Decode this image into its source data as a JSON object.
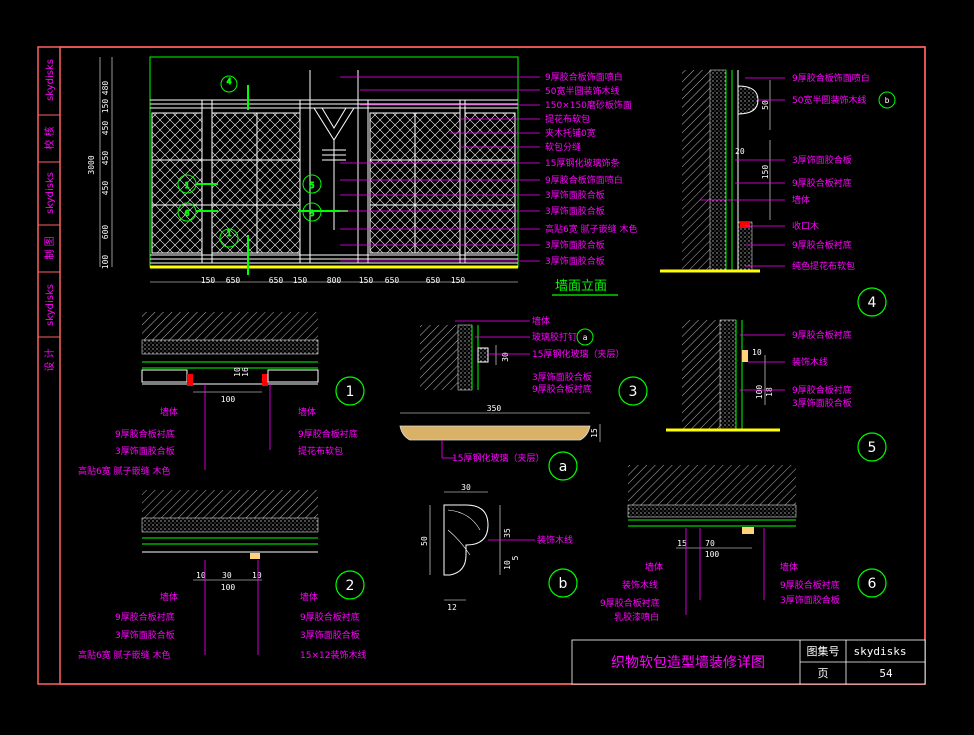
{
  "sidebar": [
    "skydisks",
    "校 核",
    "skydisks",
    "制 图",
    "skydisks",
    "设 计"
  ],
  "title_block": {
    "title": "织物软包造型墙装修详图",
    "atlas_label": "图集号",
    "atlas_value": "skydisks",
    "page_label": "页",
    "page_value": "54"
  },
  "elevation": {
    "title": "墙面立面",
    "callouts": [
      "9厚胶合板饰面喷白",
      "50宽半圆装饰木线",
      "150×150磨砂板饰面",
      "提花布软包",
      "夹木托铺0宽",
      "软包分缝",
      "15厚钢化玻璃饰条",
      "9厚胶合板饰面喷白",
      "3厚饰面胶合板",
      "3厚饰面胶合板",
      "高贴6宽 腻子嵌缝 木色",
      "3厚饰面胶合板",
      "3厚饰面胶合板"
    ],
    "dims_bottom": [
      "150",
      "650",
      "650",
      "150",
      "800",
      "150",
      "650",
      "650",
      "150"
    ],
    "dims_left": [
      "480",
      "150",
      "450",
      "450",
      "450",
      "600",
      "100"
    ],
    "total_height": "3000",
    "markers": [
      "4",
      "1",
      "5",
      "6",
      "3",
      "1"
    ]
  },
  "detail4": {
    "num": "4",
    "callouts": [
      "9厚胶合板饰面喷白",
      "50宽半圆装饰木线",
      "3厚饰面胶合板",
      "9厚胶合板衬底",
      "墙体",
      "收口木",
      "9厚胶合板衬底",
      "纯色提花布软包"
    ],
    "dims": [
      "50",
      "150",
      "20"
    ],
    "marker": "b"
  },
  "detail1": {
    "num": "1",
    "left_callouts": [
      "墙体",
      "9厚胶合板衬底",
      "3厚饰面胶合板",
      "高贴6宽 腻子嵌缝 木色"
    ],
    "right_callouts": [
      "墙体",
      "9厚胶合板衬底",
      "提花布软包"
    ],
    "dims": [
      "100",
      "10",
      "16"
    ]
  },
  "detail3": {
    "num": "3",
    "callouts": [
      "墙体",
      "玻璃胶打钉",
      "15厚钢化玻璃（夹层）",
      "3厚饰面胶合板",
      "9厚胶合板衬底"
    ],
    "dims": [
      "30"
    ],
    "marker": "a"
  },
  "detail5": {
    "num": "5",
    "callouts": [
      "9厚胶合板衬底",
      "装饰木线",
      "9厚胶合板衬底",
      "3厚饰面胶合板"
    ],
    "dims": [
      "10",
      "100",
      "18"
    ]
  },
  "detail_a": {
    "num": "a",
    "callouts": [
      "15厚钢化玻璃（夹层）"
    ],
    "dims": [
      "350",
      "15"
    ]
  },
  "detail2": {
    "num": "2",
    "left_callouts": [
      "墙体",
      "9厚胶合板衬底",
      "3厚饰面胶合板",
      "高贴6宽 腻子嵌缝 木色"
    ],
    "right_callouts": [
      "墙体",
      "9厚胶合板衬底",
      "3厚饰面胶合板",
      "15×12装饰木线"
    ],
    "dims": [
      "10",
      "30",
      "100",
      "10"
    ]
  },
  "detail_b": {
    "num": "b",
    "callouts": [
      "装饰木线"
    ],
    "dims": [
      "30",
      "50",
      "35",
      "10",
      "5",
      "12"
    ]
  },
  "detail6": {
    "num": "6",
    "left_callouts": [
      "墙体",
      "装饰木线",
      "9厚胶合板衬底",
      "乳胶漆喷白"
    ],
    "right_callouts": [
      "墙体",
      "9厚胶合板衬底",
      "3厚饰面胶合板"
    ],
    "dims": [
      "15",
      "70",
      "100"
    ]
  },
  "colors": {
    "background": "#000000",
    "frame": "#ff6060",
    "label": "#ff00ff",
    "line": "#00ff00",
    "dimension": "#ffffff",
    "baseline": "#ffff00"
  }
}
